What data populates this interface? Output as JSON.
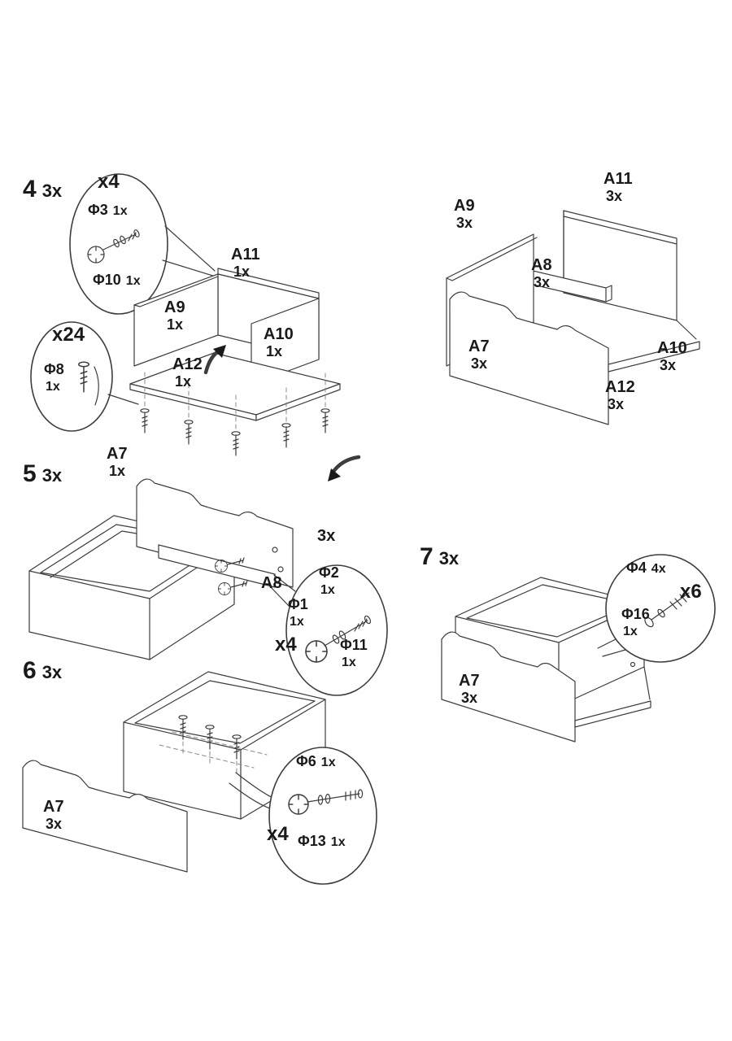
{
  "step4": {
    "number": "4",
    "times": "3x",
    "callout_cam": {
      "qty": "x4",
      "cam": {
        "name": "Φ3",
        "qty": "1x"
      },
      "bolt": {
        "name": "Φ10",
        "qty": "1x"
      }
    },
    "callout_screw": {
      "qty": "x24",
      "screw": {
        "name": "Φ8",
        "qty": "1x"
      }
    },
    "parts": {
      "a11": {
        "name": "A11",
        "qty": "1x"
      },
      "a9": {
        "name": "A9",
        "qty": "1x"
      },
      "a10": {
        "name": "A10",
        "qty": "1x"
      },
      "a12": {
        "name": "A12",
        "qty": "1x"
      }
    }
  },
  "assembly": {
    "parts": {
      "a9": {
        "name": "A9",
        "qty": "3x"
      },
      "a11": {
        "name": "A11",
        "qty": "3x"
      },
      "a8": {
        "name": "A8",
        "qty": "3x"
      },
      "a7": {
        "name": "A7",
        "qty": "3x"
      },
      "a10": {
        "name": "A10",
        "qty": "3x"
      },
      "a12": {
        "name": "A12",
        "qty": "3x"
      }
    }
  },
  "step5": {
    "number": "5",
    "times": "3x",
    "part_a7": {
      "name": "A7",
      "qty": "1x"
    },
    "part_a8": {
      "name": "A8",
      "qty": "3x"
    },
    "callout": {
      "phi2": {
        "name": "Φ2",
        "qty": "1x"
      },
      "phi1": {
        "name": "Φ1",
        "qty": "1x"
      },
      "qty": "x4",
      "phi11": {
        "name": "Φ11",
        "qty": "1x"
      }
    }
  },
  "step6": {
    "number": "6",
    "times": "3x",
    "part_a7": {
      "name": "A7",
      "qty": "3x"
    },
    "callout": {
      "phi6": {
        "name": "Φ6",
        "qty": "1x"
      },
      "qty": "x4",
      "phi13": {
        "name": "Φ13",
        "qty": "1x"
      }
    }
  },
  "step7": {
    "number": "7",
    "times": "3x",
    "part_a7": {
      "name": "A7",
      "qty": "3x"
    },
    "callout": {
      "phi4": {
        "name": "Φ4",
        "qty": "4x"
      },
      "qty": "x6",
      "phi16": {
        "name": "Φ16",
        "qty": "1x"
      }
    }
  }
}
